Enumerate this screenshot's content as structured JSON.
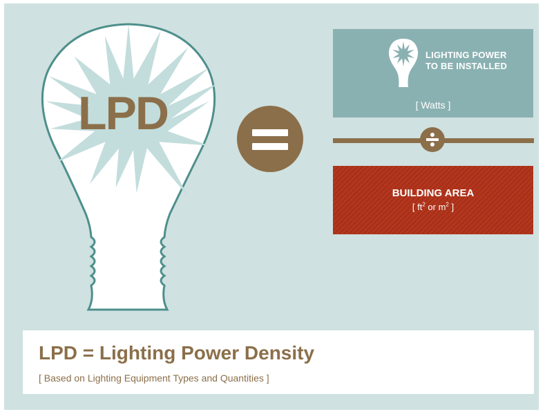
{
  "bulb": {
    "acronym": "LPD",
    "icon": "light-bulb-icon"
  },
  "equals": {
    "icon": "equals-icon"
  },
  "numerator": {
    "label": "LIGHTING POWER TO BE INSTALLED",
    "unit": "[ Watts ]",
    "icon": "light-bulb-icon"
  },
  "divider": {
    "icon": "divide-icon"
  },
  "denominator": {
    "label": "BUILDING AREA",
    "unit_prefix": "[ ft",
    "unit_sup1": "2",
    "unit_mid": " or m",
    "unit_sup2": "2",
    "unit_suffix": " ]"
  },
  "definition": {
    "title": "LPD = Lighting Power Density",
    "subtitle": "[ Based on Lighting Equipment Types and Quantities ]"
  },
  "colors": {
    "background": "#cfe1e0",
    "brown": "#8b6f4a",
    "teal_panel": "#8ab1b1",
    "red_panel": "#b5361d",
    "bulb_outline": "#4d8f8c",
    "star": "#c2dddc"
  }
}
